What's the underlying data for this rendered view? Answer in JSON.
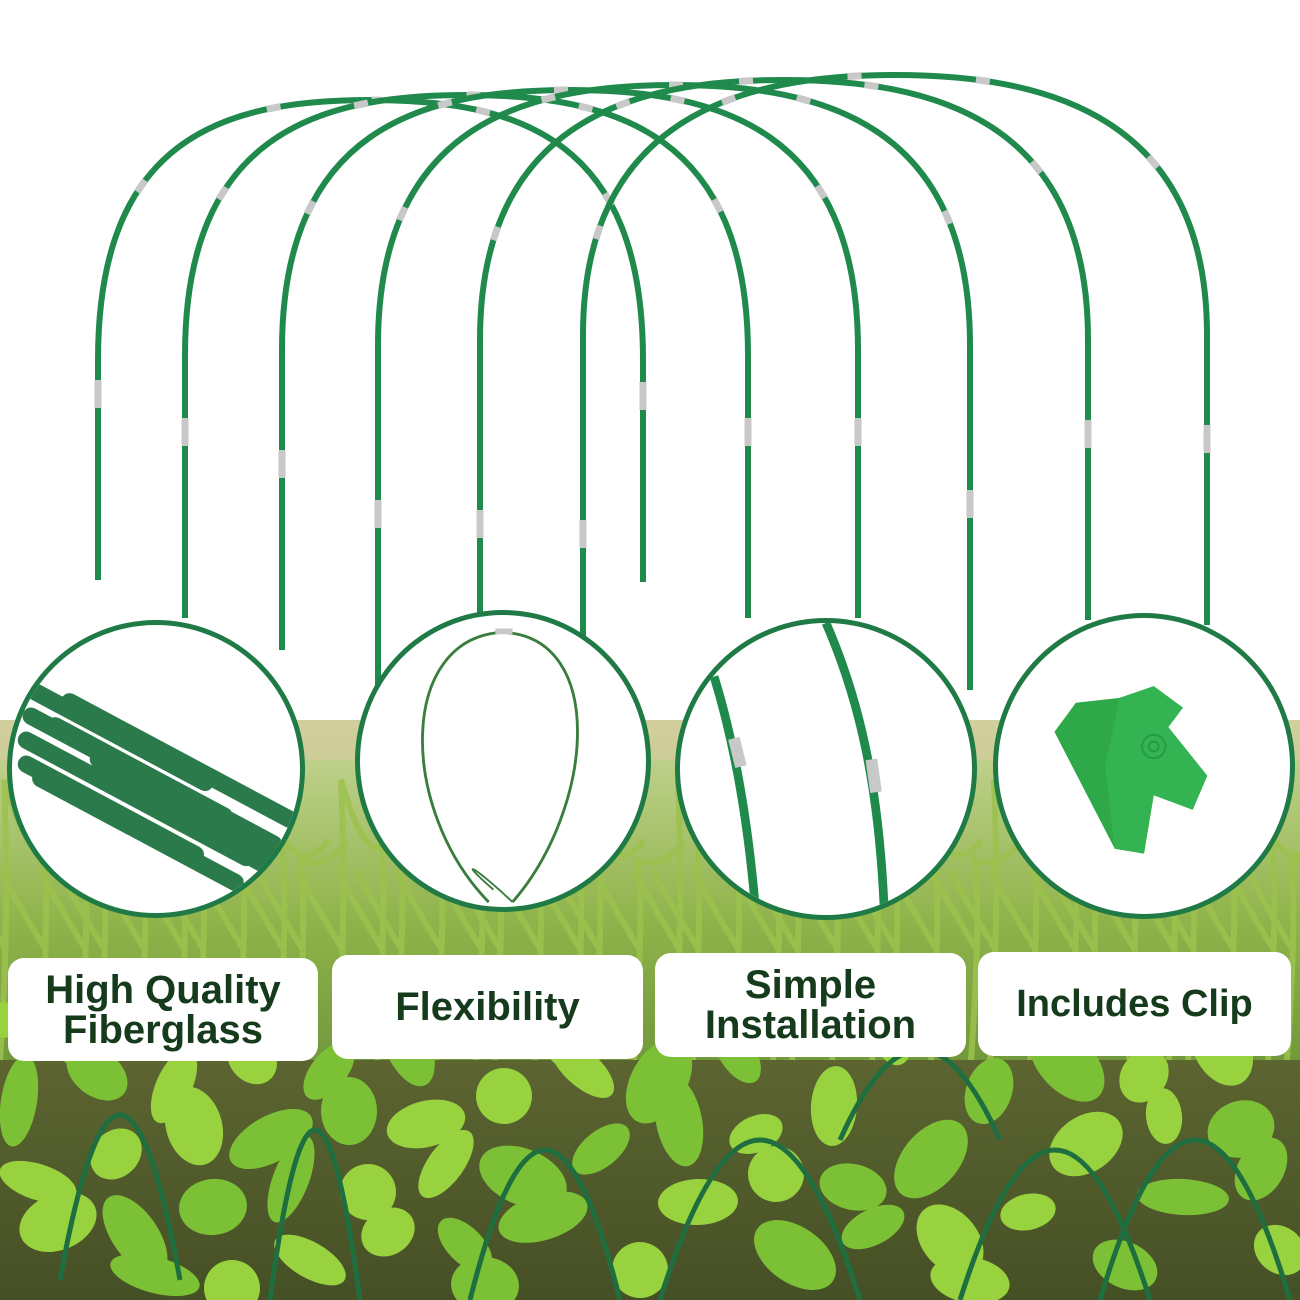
{
  "features": [
    {
      "line1": "High  Quality",
      "line2": "Fiberglass",
      "icon": "fiberglass-stakes-icon"
    },
    {
      "line1": "Flexibility",
      "line2": "",
      "icon": "bent-rod-icon"
    },
    {
      "line1": "Simple",
      "line2": "Installation",
      "icon": "connected-rods-icon"
    },
    {
      "line1": "Includes  Clip",
      "line2": "",
      "icon": "green-clip-icon"
    }
  ],
  "colors": {
    "rod_green": "#1f8a4c",
    "connector_silver": "#c8c8c8",
    "circle_border": "#1f7a45",
    "label_text": "#163a1c",
    "leaf_green": "#7cc035",
    "soil_brown": "#4a3a28"
  }
}
